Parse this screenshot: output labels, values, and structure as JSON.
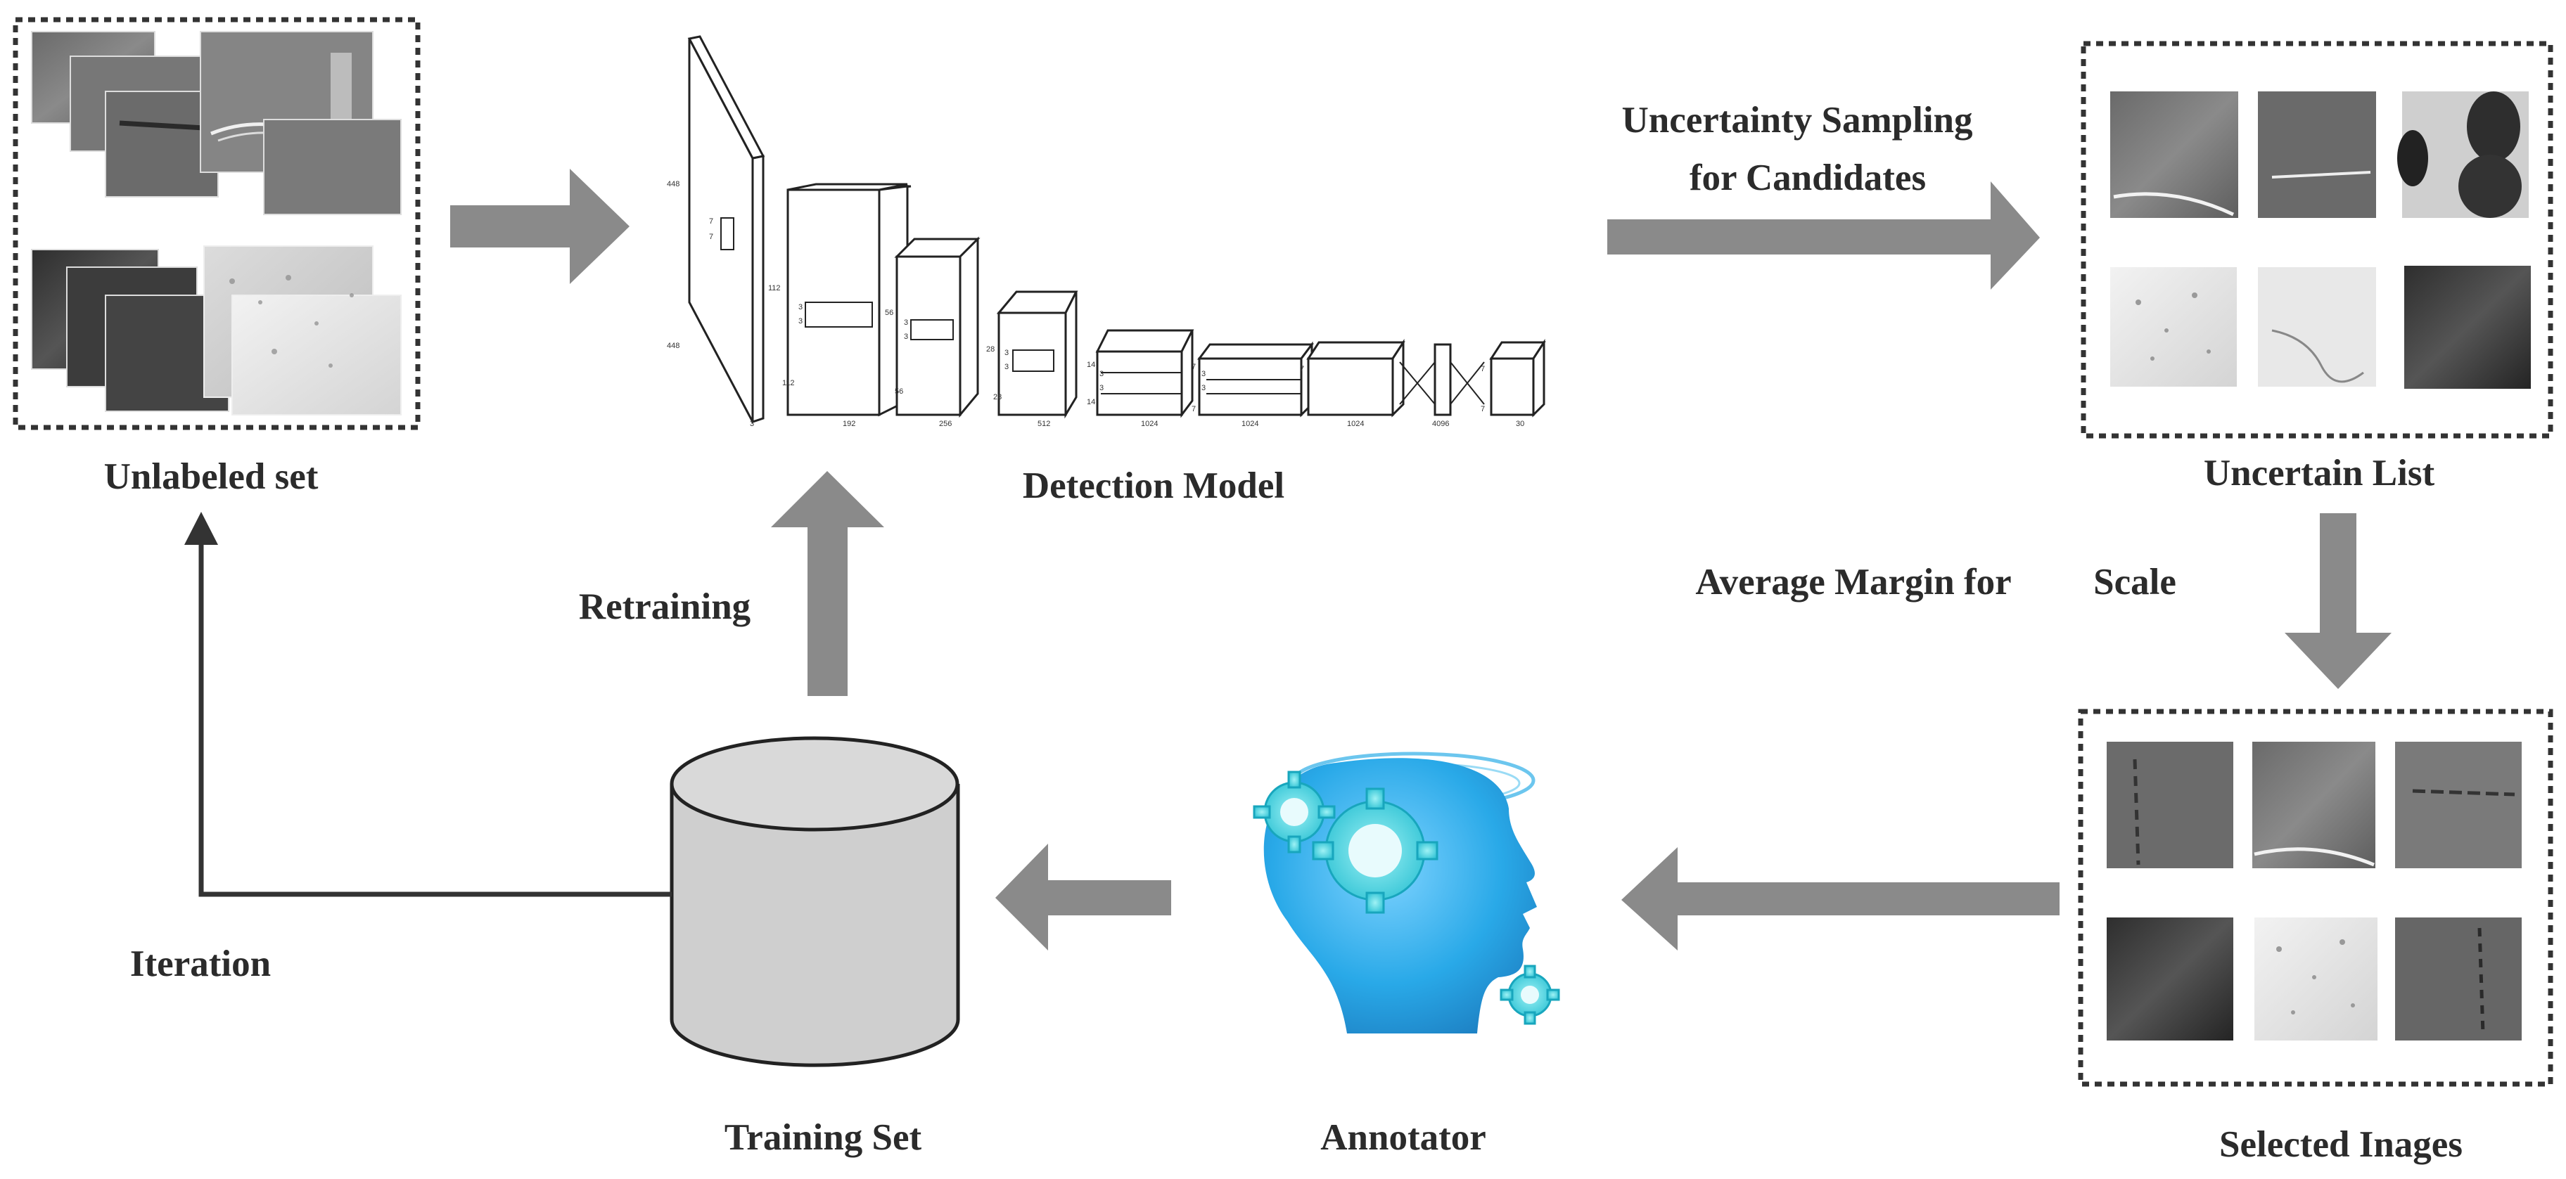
{
  "labels": {
    "unlabeled_set": "Unlabeled set",
    "detection_model": "Detection Model",
    "uncertainty_line1": "Uncertainty Sampling",
    "uncertainty_line2": "for Candidates",
    "uncertain_list": "Uncertain List",
    "average_margin": "Average Margin for",
    "scale": "Scale",
    "selected_images": "Selected Inages",
    "annotator": "Annotator",
    "training_set": "Training Set",
    "retraining": "Retraining",
    "iteration": "Iteration"
  },
  "network_dims": {
    "layer1_side": "448",
    "layer1_bottom": "448",
    "layer1_kernel_a": "7",
    "layer1_kernel_b": "7",
    "layer1_channels": "3",
    "layer2_side_a": "112",
    "layer2_side_b": "112",
    "layer2_kernel_a": "3",
    "layer2_kernel_b": "3",
    "layer2_channels": "192",
    "layer3_side_a": "56",
    "layer3_side_b": "56",
    "layer3_kernel_a": "3",
    "layer3_kernel_b": "3",
    "layer3_channels": "256",
    "layer4_side_a": "28",
    "layer4_side_b": "28",
    "layer4_kernel_a": "3",
    "layer4_kernel_b": "3",
    "layer4_channels": "512",
    "layer5_side_a": "14",
    "layer5_side_b": "14",
    "layer5_kernel_a": "3",
    "layer5_kernel_b": "3",
    "layer5_channels": "1024",
    "layer6_side_a": "7",
    "layer6_side_b": "7",
    "layer6_kernel_a": "3",
    "layer6_kernel_b": "3",
    "layer6_channels": "1024",
    "layer7_side": "7",
    "layer7_channels": "1024",
    "fc_channels": "4096",
    "out_side_a": "7",
    "out_side_b": "7",
    "out_channels": "30"
  },
  "colors": {
    "arrow": "#8a8a8a",
    "loop_line": "#333333",
    "cylinder_fill": "#cfcfcf",
    "head_blue": "#29a9e8",
    "gear_cyan": "#4fd6e3"
  }
}
